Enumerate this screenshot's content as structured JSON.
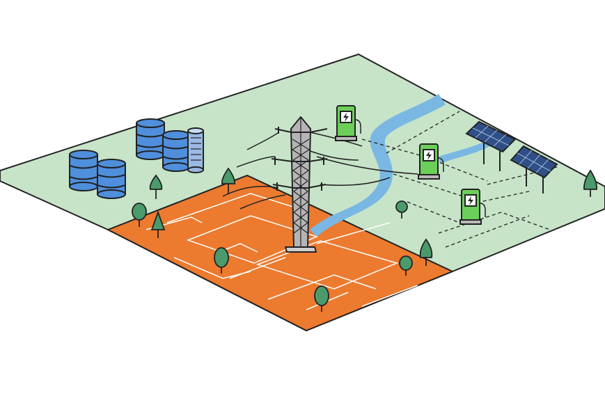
{
  "scene": {
    "description_items": [
      "ground-plane",
      "orange-zone",
      "river",
      "storage-tanks",
      "server-tower",
      "transmission-tower",
      "ev-chargers",
      "solar-panels",
      "trees"
    ]
  },
  "colors": {
    "background": "#ffffff",
    "ground": "#c7e4c9",
    "zone": "#ec7a2f",
    "river": "#7ab8e3",
    "tank": "#4f8fdc",
    "tower": "#b5b5b5",
    "charger": "#6ccf5a",
    "solar": "#2f4f86",
    "tree": "#4a9a6c",
    "outline": "#222222"
  },
  "ev_chargers": [
    {
      "icon": "lightning-bolt-icon"
    },
    {
      "icon": "lightning-bolt-icon"
    },
    {
      "icon": "lightning-bolt-icon"
    }
  ],
  "solar_panels": [
    {
      "icon": "solar-panel-icon"
    },
    {
      "icon": "solar-panel-icon"
    }
  ]
}
